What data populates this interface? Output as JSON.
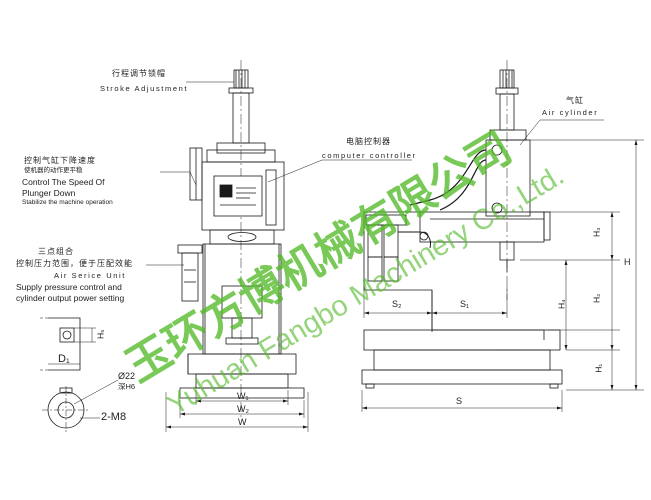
{
  "labels": {
    "stroke_adjust_cn": "行程调节锁帽",
    "stroke_adjust_en": "Stroke Adjustment",
    "speed_cn": "控制气缸下降速度",
    "speed_cn_sub": "使机器的动作更平稳",
    "speed_en": "Control The Speed Of",
    "speed_en2": "Plunger Down",
    "speed_en_sub": "Stabilize the machine operation",
    "air_unit_cn": "三点组合",
    "air_unit_cn2": "控制压力范围，便于压配效能",
    "air_unit_en": "Air Serice Unit",
    "supply_en": "Supply pressure control and",
    "supply_en2": "cylinder output power setting",
    "computer_cn": "电脑控制器",
    "computer_en": "computer controller",
    "cylinder_cn": "气缸",
    "cylinder_en": "Air cylinder"
  },
  "dimensions": {
    "d1": "D₁",
    "h5": "H₅",
    "bore": "Ø22",
    "bore_tol": "深H6",
    "thread": "2-M8",
    "w1": "W₁",
    "w2": "W₂",
    "w": "W",
    "s2": "S₂",
    "s1": "S₁",
    "s": "S",
    "h3": "H₃",
    "h4": "H₄",
    "h2": "H₂",
    "h1": "H₁",
    "h": "H"
  },
  "watermark": {
    "cn": "玉环方博机械有限公司",
    "en": "Yuhuan Fangbo Machinery Co.,Ltd."
  },
  "colors": {
    "line": "#1a1a1a",
    "watermark": "#52ba28"
  }
}
